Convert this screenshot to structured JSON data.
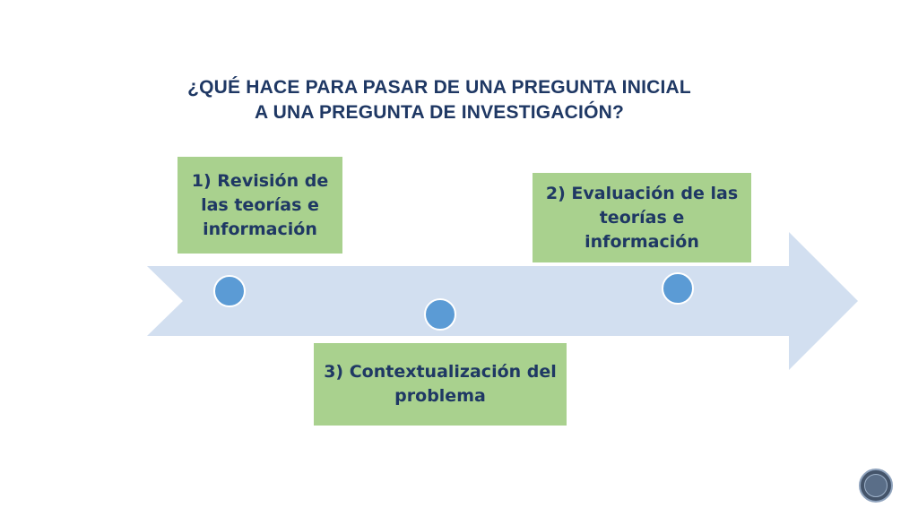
{
  "title": {
    "line1": "¿QUÉ HACE PARA PASAR DE UNA PREGUNTA INICIAL",
    "line2": "A UNA PREGUNTA DE INVESTIGACIÓN?"
  },
  "steps": [
    {
      "label": "1) Revisión de las teorías e información"
    },
    {
      "label": "2) Evaluación de las teorías e información"
    },
    {
      "label": "3) Contextualización del problema"
    }
  ],
  "colors": {
    "arrow": "#d2dff0",
    "box": "#a9d18e",
    "dot": "#5b9bd5",
    "text": "#1f3864"
  }
}
